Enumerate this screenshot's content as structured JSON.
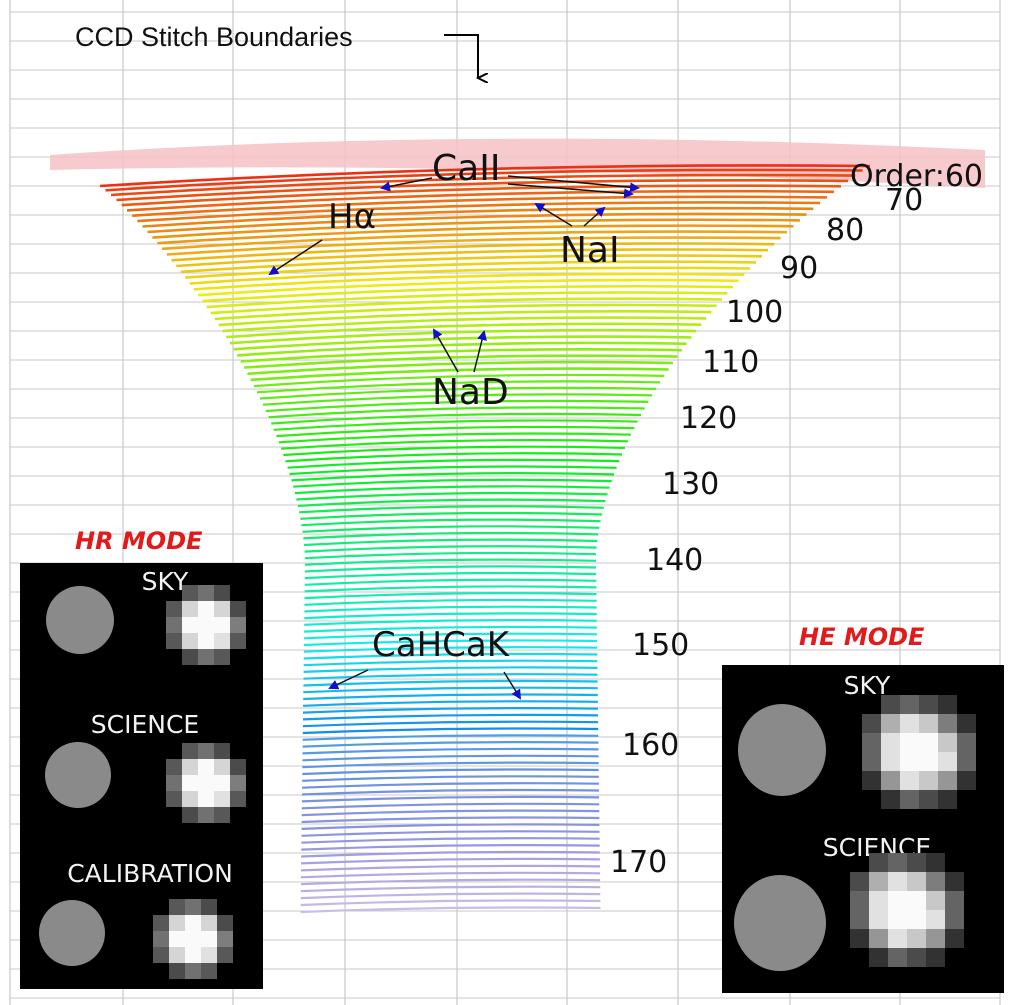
{
  "title": "CCD Stitch Boundaries",
  "orders": {
    "prefix": "Order:",
    "labels": [
      "60",
      "70",
      "80",
      "90",
      "100",
      "110",
      "120",
      "130",
      "140",
      "150",
      "160",
      "170"
    ]
  },
  "lines": {
    "call": "CaII",
    "halpha": "Hα",
    "nai": "NaI",
    "nad": "NaD",
    "cah": "CaH",
    "cak": "CaK"
  },
  "hr_mode": {
    "title": "HR MODE",
    "fibers": [
      "SKY",
      "SCIENCE",
      "CALIBRATION"
    ]
  },
  "he_mode": {
    "title": "HE MODE",
    "fibers": [
      "SKY",
      "SCIENCE"
    ]
  },
  "colors": {
    "arrow": "#1010c8",
    "mode_title": "#e11b1b",
    "grid": "#c8c8c8",
    "first_order_band": "#f6c2c6"
  }
}
